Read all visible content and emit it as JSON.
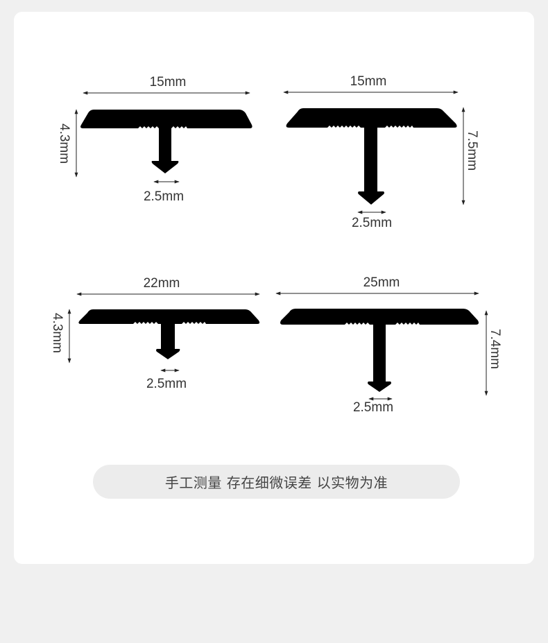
{
  "colors": {
    "page_background": "#f0f0f0",
    "card_background": "#ffffff",
    "profile_fill": "#000000",
    "dimension_line": "#222222",
    "label_text": "#333333",
    "note_background": "#ececec",
    "note_text": "#444444"
  },
  "profiles": [
    {
      "id": "profile-1",
      "width_label": "15mm",
      "height_label": "4.3mm",
      "height_side": "left",
      "stem_label": "2.5mm"
    },
    {
      "id": "profile-2",
      "width_label": "15mm",
      "height_label": "7.5mm",
      "height_side": "right",
      "stem_label": "2.5mm"
    },
    {
      "id": "profile-3",
      "width_label": "22mm",
      "height_label": "4.3mm",
      "height_side": "left",
      "stem_label": "2.5mm"
    },
    {
      "id": "profile-4",
      "width_label": "25mm",
      "height_label": "7.4mm",
      "height_side": "right",
      "stem_label": "2.5mm"
    }
  ],
  "note": {
    "text": "手工测量 存在细微误差 以实物为准"
  }
}
